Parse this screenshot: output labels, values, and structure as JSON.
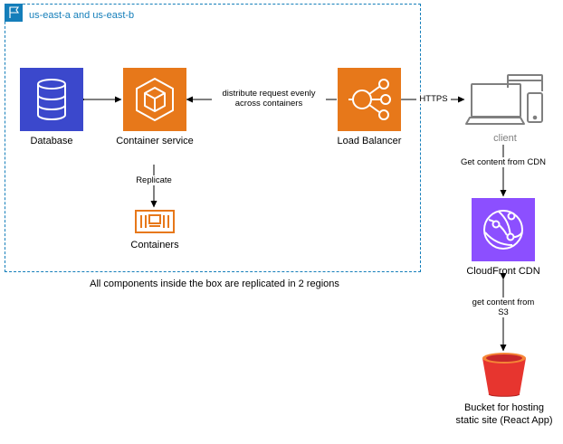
{
  "region": {
    "title": "us-east-a and us-east-b",
    "footnote": "All components inside the box are replicated in 2 regions"
  },
  "nodes": {
    "database": {
      "label": "Database",
      "icon": "database-icon",
      "color": "#3b48cc"
    },
    "container_service": {
      "label": "Container service",
      "icon": "ecs-icon",
      "color": "#e7781a"
    },
    "load_balancer": {
      "label": "Load Balancer",
      "icon": "load-balancer-icon",
      "color": "#e7781a"
    },
    "containers": {
      "label": "Containers",
      "icon": "containers-icon",
      "color": "#e7781a"
    },
    "client": {
      "label": "client",
      "icon": "client-devices-icon",
      "color": "#7f7f7f"
    },
    "cloudfront": {
      "label": "CloudFront CDN",
      "icon": "cloudfront-icon",
      "color": "#8c4fff"
    },
    "bucket": {
      "label": "Bucket for hosting\nstatic site (React App)",
      "icon": "s3-bucket-icon",
      "color": "#e7352f"
    }
  },
  "edges": {
    "lb_to_cs": "distribute request evenly\nacross containers",
    "cs_to_containers": "Replicate",
    "client_to_lb": "HTTPS",
    "client_to_cdn": "Get content from CDN",
    "cdn_to_bucket": "get content from\nS3"
  }
}
